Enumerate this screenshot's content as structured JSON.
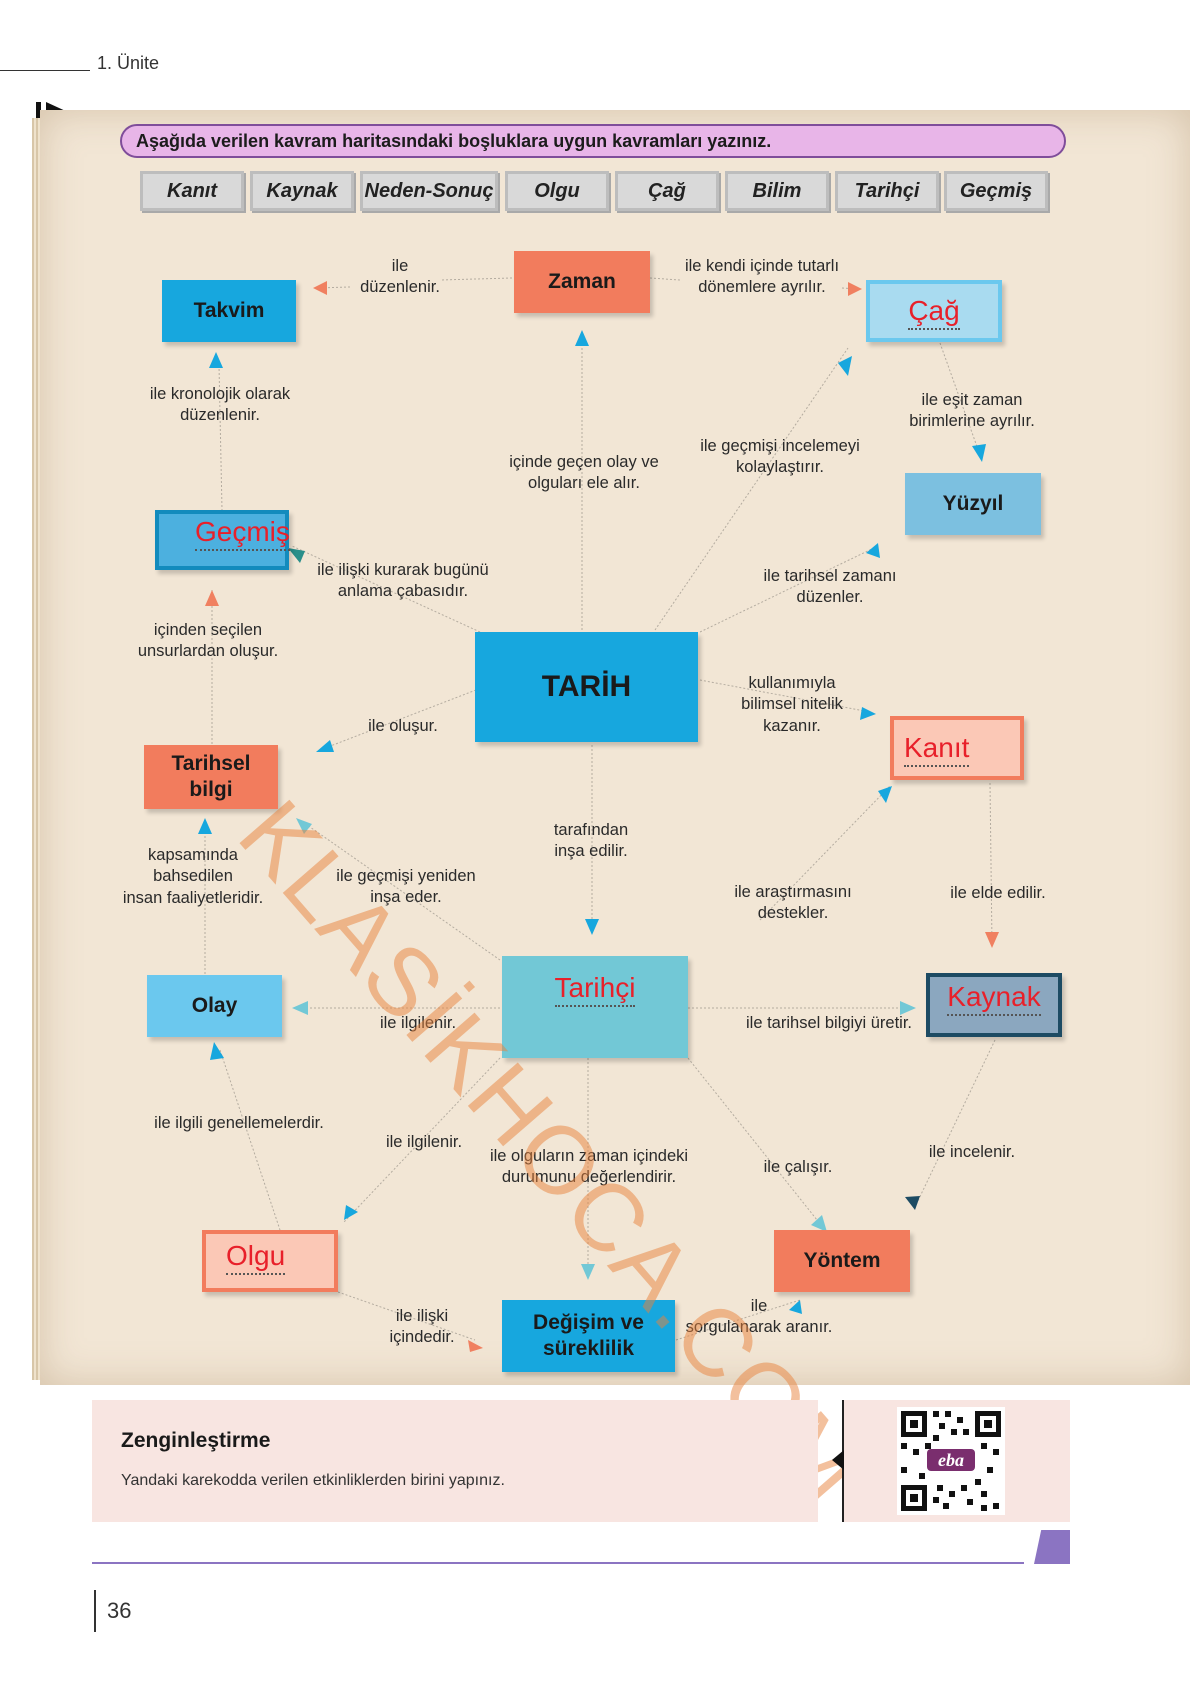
{
  "header": {
    "unit": "1. Ünite"
  },
  "instruction": "Aşağıda verilen kavram haritasındaki boşluklara uygun kavramları yazınız.",
  "word_bank": [
    "Kanıt",
    "Kaynak",
    "Neden-Sonuç",
    "Olgu",
    "Çağ",
    "Bilim",
    "Tarihçi",
    "Geçmiş"
  ],
  "nodes": {
    "zaman": "Zaman",
    "takvim": "Takvim",
    "cag": "Çağ",
    "yuzyil": "Yüzyıl",
    "gecmis": "Geçmiş",
    "tarih": "TARİH",
    "tarihsel_bilgi_1": "Tarihsel",
    "tarihsel_bilgi_2": "bilgi",
    "kanit": "Kanıt",
    "olay": "Olay",
    "tarihci": "Tarihçi",
    "kaynak": "Kaynak",
    "olgu": "Olgu",
    "yontem": "Yöntem",
    "degisim_1": "Değişim ve",
    "degisim_2": "süreklilik"
  },
  "labels": {
    "ile_duzenlenir_1": "ile",
    "ile_duzenlenir_2": "düzenlenir.",
    "kendi_icinde_1": "ile kendi içinde tutarlı",
    "kendi_icinde_2": "dönemlere ayrılır.",
    "kronolojik_1": "ile kronolojik olarak",
    "kronolojik_2": "düzenlenir.",
    "esit_zaman_1": "ile eşit zaman",
    "esit_zaman_2": "birimlerine ayrılır.",
    "icinde_gecen_1": "içinde geçen olay ve",
    "icinde_gecen_2": "olguları ele alır.",
    "incelemeyi_1": "ile geçmişi incelemeyi",
    "incelemeyi_2": "kolaylaştırır.",
    "iliski_kurarak_1": "ile ilişki kurarak bugünü",
    "iliski_kurarak_2": "anlama çabasıdır.",
    "tarihsel_zamani_1": "ile tarihsel zamanı",
    "tarihsel_zamani_2": "düzenler.",
    "secilen_1": "içinden seçilen",
    "secilen_2": "unsurlardan oluşur.",
    "kullanimiyla_1": "kullanımıyla",
    "kullanimiyla_2": "bilimsel nitelik",
    "kullanimiyla_3": "kazanır.",
    "ile_olusur": "ile oluşur.",
    "tarafindan_1": "tarafından",
    "tarafindan_2": "inşa edilir.",
    "kapsaminda_1": "kapsamında",
    "kapsaminda_2": "bahsedilen",
    "kapsaminda_3": "insan faaliyetleridir.",
    "yeniden_insa_1": "ile geçmişi yeniden",
    "yeniden_insa_2": "inşa eder.",
    "arastirmasini_1": "ile araştırmasını",
    "arastirmasini_2": "destekler.",
    "elde_edilir": "ile elde edilir.",
    "ilgilenir_olay": "ile ilgilenir.",
    "bilgiyi_uretir": "ile tarihsel bilgiyi üretir.",
    "genellemeler": "ile ilgili genellemelerdir.",
    "ilgilenir_olgu": "ile ilgilenir.",
    "olgularin_1": "ile olguların zaman içindeki",
    "olgularin_2": "durumunu değerlendirir.",
    "calisir": "ile çalışır.",
    "incelenir": "ile incelenir.",
    "iliski_icinde_1": "ile ilişki",
    "iliski_icinde_2": "içindedir.",
    "sorgulanarak_1": "ile",
    "sorgulanarak_2": "sorgulanarak aranır."
  },
  "watermark": "KLASİKHOCA.COM",
  "enrichment": {
    "title": "Zenginleştirme",
    "text": "Yandaki karekodda verilen etkinliklerden birini yapınız."
  },
  "qr_badge": "eba",
  "page_number": "36",
  "colors": {
    "blue": "#17a7de",
    "light_blue": "#6bc8ee",
    "salmon": "#f27c5d",
    "teal": "#72c8d6",
    "yuzyil_blue": "#7cc0e0",
    "kaynak_slate": "#8ba7bf",
    "accent_purple": "#8b74c2"
  }
}
